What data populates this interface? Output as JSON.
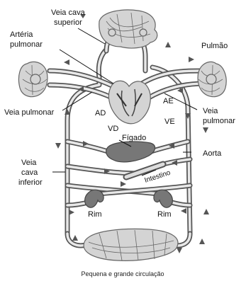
{
  "labels": {
    "veia_cava_superior": [
      "Veia cava",
      "superior"
    ],
    "arteria_pulmonar": [
      "Artéria",
      "pulmonar"
    ],
    "pulmao": "Pulmão",
    "veia_pulmonar_left": "Veia pulmonar",
    "veia_pulmonar_right": [
      "Veia",
      "pulmonar"
    ],
    "ad": "AD",
    "ae": "AE",
    "vd": "VD",
    "ve": "VE",
    "figado": "Fígado",
    "aorta": "Aorta",
    "veia_cava_inferior": [
      "Veia",
      "cava",
      "inferior"
    ],
    "intestino": "Intestino",
    "rim_left": "Rim",
    "rim_right": "Rim"
  },
  "caption": "Pequena e grande circulação",
  "icons": [
    "head-capillaries-icon",
    "lung-left-icon",
    "lung-right-icon",
    "heart-icon",
    "liver-icon",
    "intestine-icon",
    "kidney-left-icon",
    "kidney-right-icon",
    "body-capillaries-icon"
  ]
}
